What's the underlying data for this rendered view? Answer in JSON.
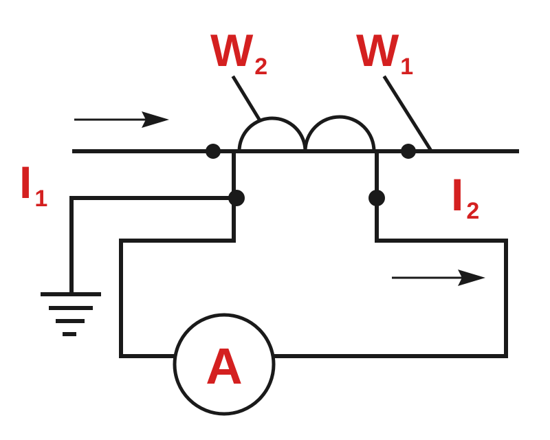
{
  "colors": {
    "wire": "#1a1a1a",
    "label": "#d42020"
  },
  "labels": {
    "w2": {
      "main": "W",
      "sub": "2"
    },
    "w1": {
      "main": "W",
      "sub": "1"
    },
    "i1": {
      "main": "I",
      "sub": "1"
    },
    "i2": {
      "main": "I",
      "sub": "2"
    },
    "ammeter": "A"
  },
  "icons": {
    "ground": "ground-symbol-icon",
    "current_arrow": "arrow-right-icon"
  }
}
